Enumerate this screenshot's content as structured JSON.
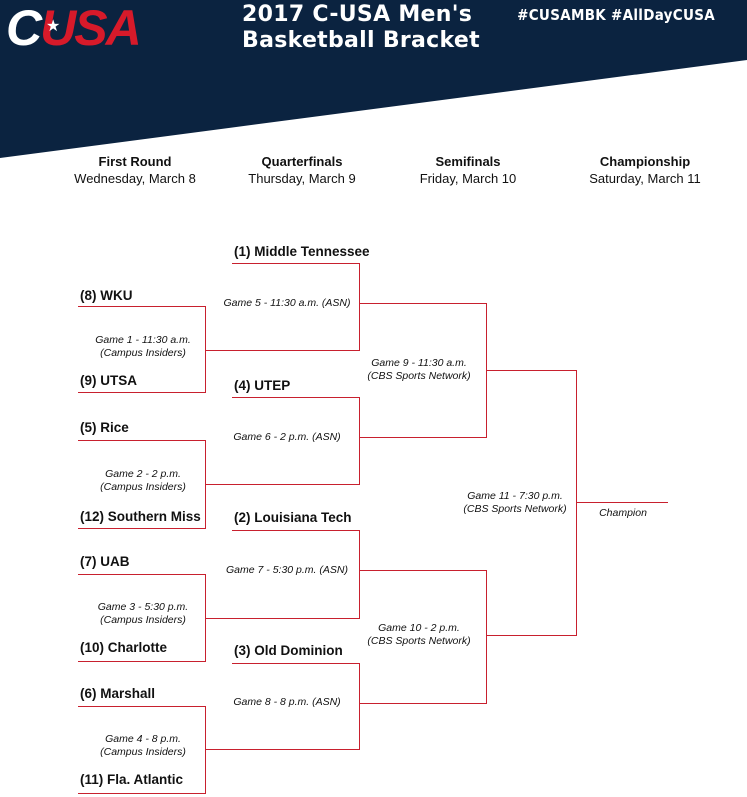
{
  "header": {
    "logo_c": "C",
    "logo_usa": "USA",
    "title_line1": "2017 C-USA Men's",
    "title_line2": "Basketball Bracket",
    "hashtag": "#CUSAMBK #AllDayCUSA"
  },
  "colors": {
    "navy": "#0b2340",
    "red": "#c8202e",
    "logo_red": "#d71a2a"
  },
  "rounds": [
    {
      "name": "First Round",
      "date": "Wednesday, March 8"
    },
    {
      "name": "Quarterfinals",
      "date": "Thursday, March 9"
    },
    {
      "name": "Semifinals",
      "date": "Friday, March 10"
    },
    {
      "name": "Championship",
      "date": "Saturday, March 11"
    }
  ],
  "teams": {
    "t8": "(8) WKU",
    "t9": "(9) UTSA",
    "t5": "(5) Rice",
    "t12": "(12) Southern Miss",
    "t7": "(7) UAB",
    "t10": "(10) Charlotte",
    "t6": "(6) Marshall",
    "t11": "(11) Fla. Atlantic",
    "t1": "(1) Middle Tennessee",
    "t4": "(4) UTEP",
    "t2": "(2) Louisiana Tech",
    "t3": "(3) Old Dominion"
  },
  "games": {
    "g1": {
      "line1": "Game 1 - 11:30 a.m.",
      "line2": "(Campus Insiders)"
    },
    "g2": {
      "line1": "Game 2 - 2 p.m.",
      "line2": "(Campus Insiders)"
    },
    "g3": {
      "line1": "Game 3 - 5:30 p.m.",
      "line2": "(Campus Insiders)"
    },
    "g4": {
      "line1": "Game 4 - 8 p.m.",
      "line2": "(Campus Insiders)"
    },
    "g5": {
      "line1": "Game 5 - 11:30 a.m. (ASN)"
    },
    "g6": {
      "line1": "Game 6 - 2 p.m. (ASN)"
    },
    "g7": {
      "line1": "Game 7 - 5:30 p.m. (ASN)"
    },
    "g8": {
      "line1": "Game 8 - 8 p.m. (ASN)"
    },
    "g9": {
      "line1": "Game 9 - 11:30 a.m.",
      "line2": "(CBS Sports Network)"
    },
    "g10": {
      "line1": "Game 10 - 2 p.m.",
      "line2": "(CBS Sports Network)"
    },
    "g11": {
      "line1": "Game 11 - 7:30 p.m.",
      "line2": "(CBS Sports Network)"
    }
  },
  "champion_label": "Champion"
}
